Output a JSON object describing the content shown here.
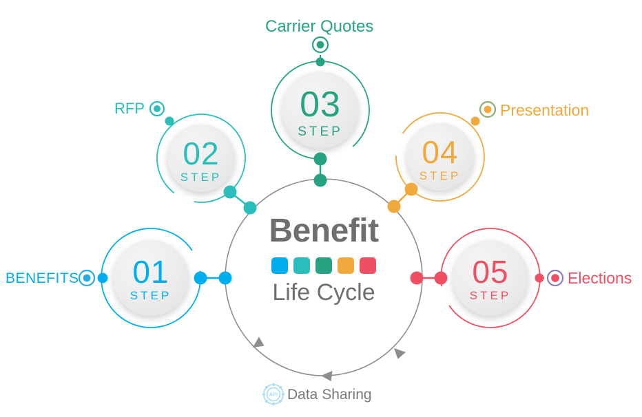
{
  "center": {
    "title": "Benefit",
    "subtitle": "Life Cycle",
    "title_color": "#6e6e6e",
    "swatches": [
      {
        "name": "swatch-blue",
        "color": "#00AEEF"
      },
      {
        "name": "swatch-teal",
        "color": "#2BBDB9"
      },
      {
        "name": "swatch-green",
        "color": "#27A383"
      },
      {
        "name": "swatch-orange",
        "color": "#F0A93C"
      },
      {
        "name": "swatch-red",
        "color": "#EE4F63"
      }
    ]
  },
  "steps": [
    {
      "id": "step-01",
      "number": "01",
      "word": "STEP",
      "label": "BENEFITS",
      "color": "#00AEEF",
      "icon": "target-icon",
      "icon_ring_color": "#29ABE2",
      "icon_dot_color": "#29ABE2"
    },
    {
      "id": "step-02",
      "number": "02",
      "word": "STEP",
      "label": "RFP",
      "color": "#2BBDB9",
      "icon": "target-icon",
      "icon_ring_color": "#2BBDB9",
      "icon_dot_color": "#2BBDB9"
    },
    {
      "id": "step-03",
      "number": "03",
      "word": "STEP",
      "label": "Carrier Quotes",
      "color": "#27A383",
      "icon": "target-icon",
      "icon_ring_color": "#27A383",
      "icon_dot_color": "#27A383"
    },
    {
      "id": "step-04",
      "number": "04",
      "word": "STEP",
      "label": "Presentation",
      "color": "#F0A93C",
      "icon": "target-icon",
      "icon_ring_color": "#8FAE72",
      "icon_dot_color": "#F0A93C"
    },
    {
      "id": "step-05",
      "number": "05",
      "word": "STEP",
      "label": "Elections",
      "color": "#EE4F63",
      "icon": "target-icon",
      "icon_ring_color": "#8A7FB8",
      "icon_dot_color": "#EE4F63"
    }
  ],
  "bottom": {
    "label": "Data Sharing",
    "icon": "api-gear-icon",
    "icon_color": "#A8DCF5",
    "icon_text": "API",
    "label_color": "#77797b"
  },
  "cycle": {
    "ring_color": "#8d8d8d",
    "arrow_color": "#8d8d8d",
    "arrow_count": 3,
    "direction": "counter-clockwise"
  }
}
